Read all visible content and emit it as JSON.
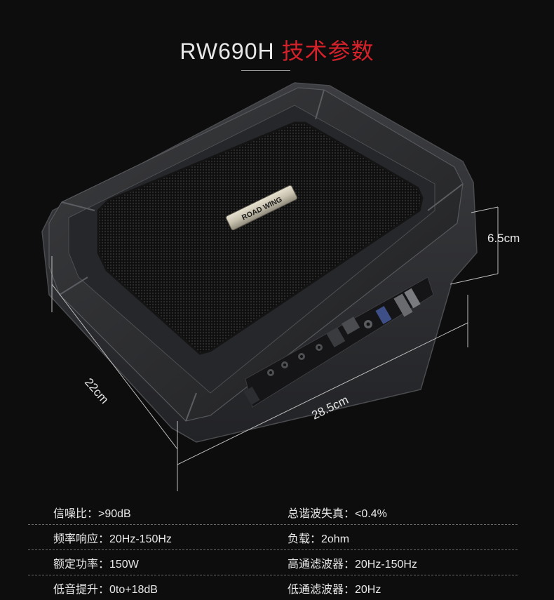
{
  "header": {
    "model": "RW690H",
    "title_zh": "技术参数"
  },
  "product": {
    "brand_badge": "ROAD WING",
    "dimensions": {
      "height": "6.5cm",
      "depth": "22cm",
      "width": "28.5cm"
    }
  },
  "specs": [
    {
      "left": "信噪比：>90dB",
      "right": "总谐波失真：<0.4%"
    },
    {
      "left": "频率响应：20Hz-150Hz",
      "right": "负载：2ohm"
    },
    {
      "left": "额定功率：150W",
      "right": "高通滤波器：20Hz-150Hz"
    },
    {
      "left": "低音提升：0to+18dB",
      "right": "低通滤波器：20Hz"
    }
  ]
}
